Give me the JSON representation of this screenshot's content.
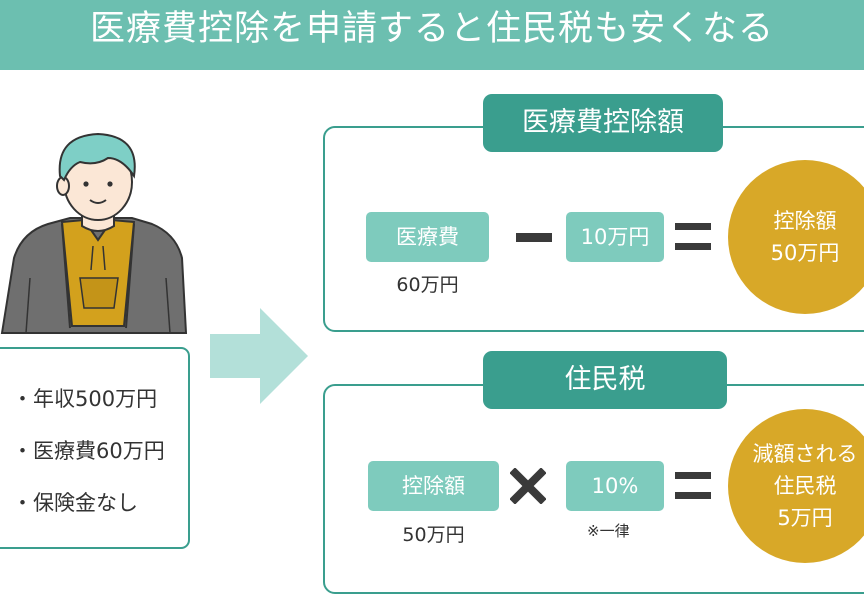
{
  "header": {
    "title": "医療費控除を申請すると住民税も安くなる"
  },
  "profile": {
    "bullet": "・",
    "items": [
      "年収500万円",
      "医療費60万円",
      "保険金なし"
    ]
  },
  "deduction_panel": {
    "tab": "医療費控除額",
    "box1": "医療費",
    "box1_sub": "60万円",
    "box2": "10万円",
    "result_line1": "控除額",
    "result_line2": "50万円"
  },
  "tax_panel": {
    "tab": "住民税",
    "box1": "控除額",
    "box1_sub": "50万円",
    "box2": "10%",
    "box2_note": "※一律",
    "result_line1": "減額される",
    "result_line2": "住民税",
    "result_line3": "5万円"
  },
  "colors": {
    "header": "#6cbfb0",
    "accent_dark": "#3a9e8e",
    "accent_light": "#7ecbbd",
    "result": "#d8a828"
  }
}
